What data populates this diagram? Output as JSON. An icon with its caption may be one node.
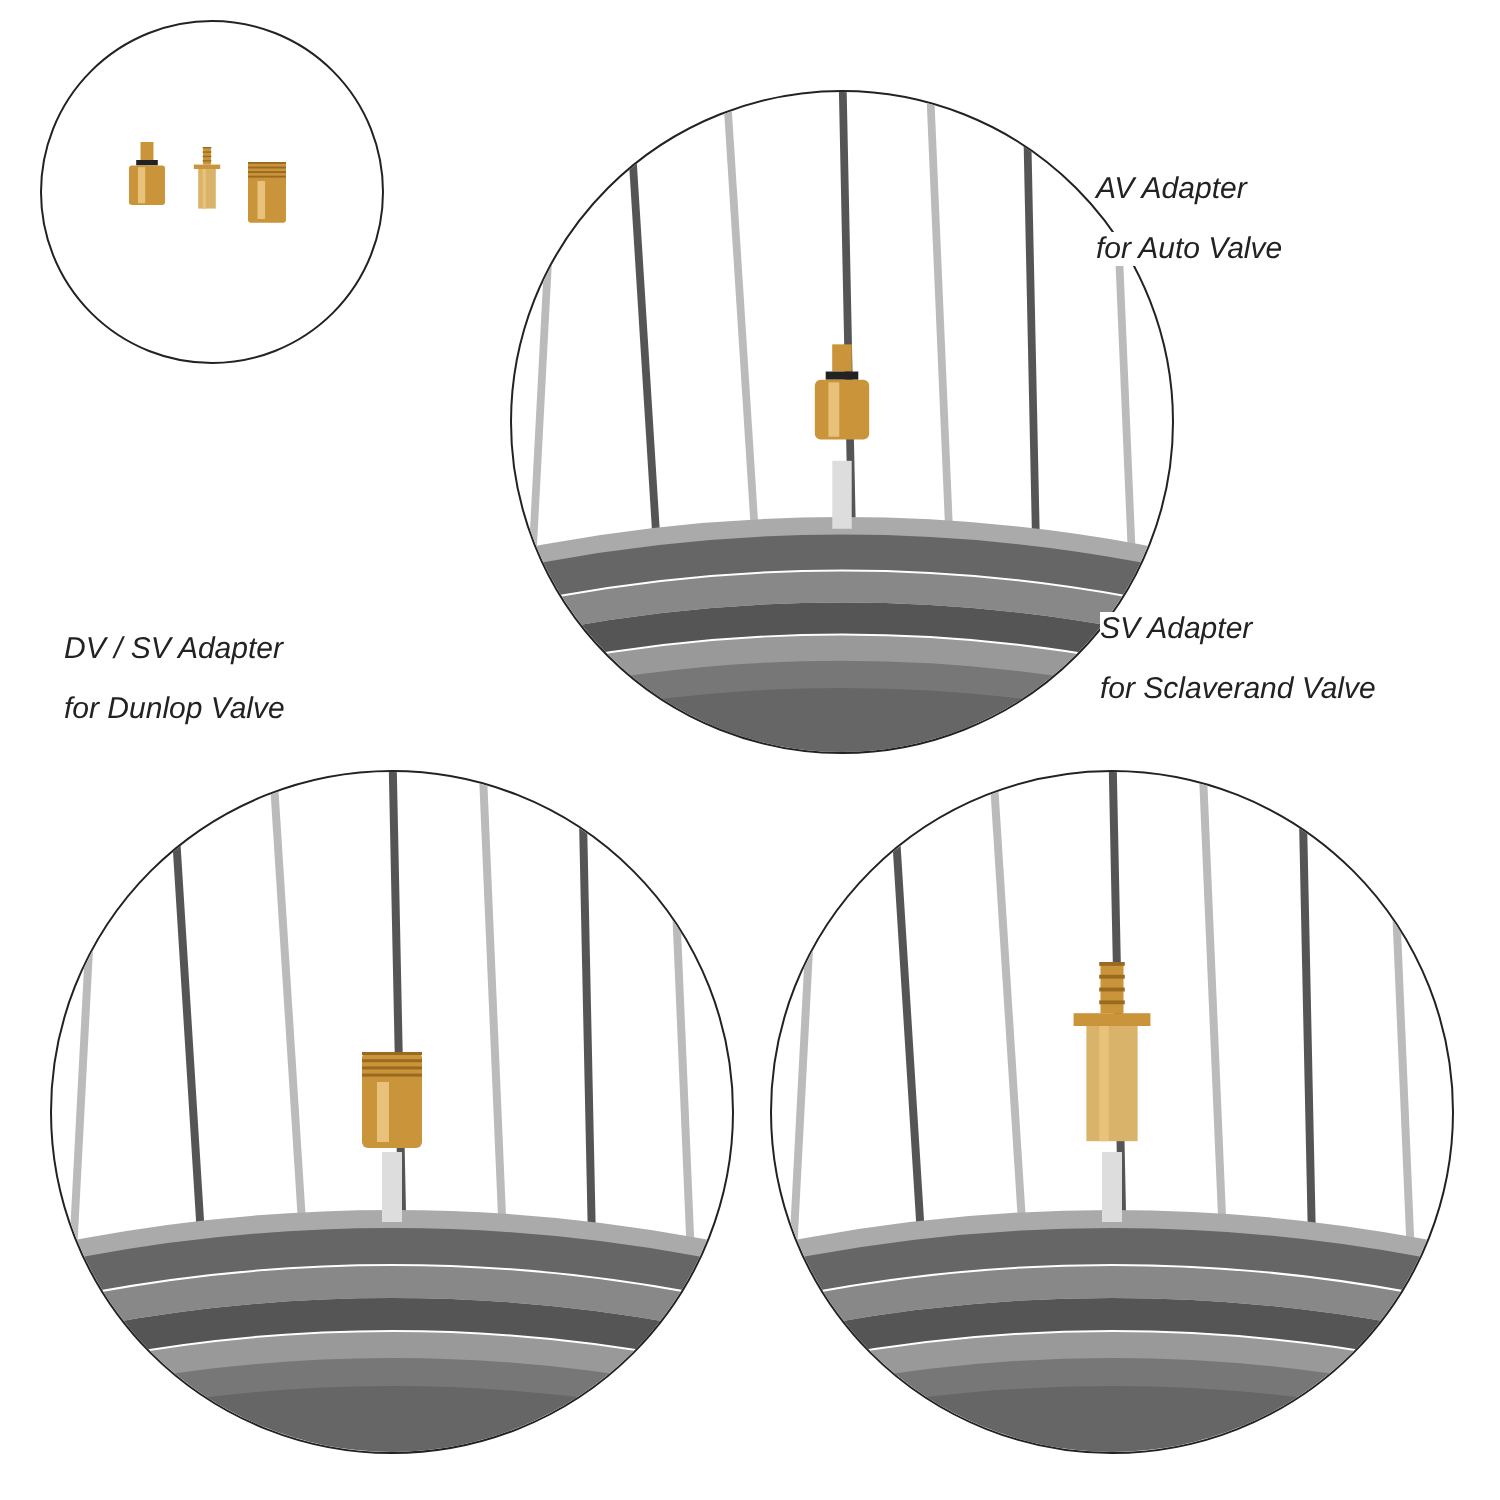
{
  "diagram": {
    "nodes": [
      {
        "text": [],
        "shape": "picture"
      },
      {
        "text": [],
        "shape": "picture"
      },
      {
        "text": [],
        "shape": "picture"
      },
      {
        "text": [],
        "shape": "picture"
      }
    ],
    "labels": [
      "AV Adapter",
      "for Auto Valve",
      "DV / SV Adapter",
      "for Dunlop Valve",
      "SV Adapter",
      "for Sclaverand Valve"
    ]
  }
}
